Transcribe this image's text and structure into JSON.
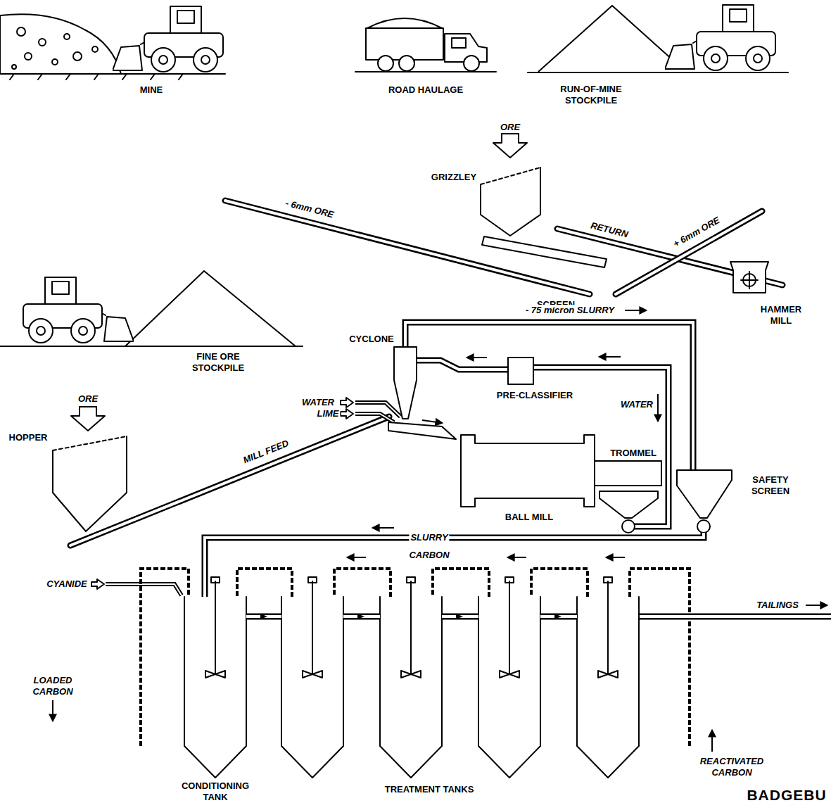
{
  "diagram": {
    "labels": [
      "MINE",
      "ROAD HAULAGE",
      "RUN-OF-MINE STOCKPILE",
      "ORE",
      "GRIZZLEY",
      "- 6mm ORE",
      "RETURN",
      "+ 6mm ORE",
      "SCREEN",
      "HAMMER MILL",
      "FINE ORE STOCKPILE",
      "ORE",
      "HOPPER",
      "MILL FEED",
      "CYCLONE",
      "WATER",
      "LIME",
      "- 75 micron SLURRY",
      "PRE-CLASSIFIER",
      "WATER",
      "TROMMEL",
      "BALL MILL",
      "SAFETY SCREEN",
      "SLURRY",
      "CYANIDE",
      "CARBON",
      "TAILINGS",
      "LOADED CARBON",
      "REACTIVATED CARBON",
      "CONDITIONING TANK",
      "TREATMENT TANKS",
      "BADGEBU"
    ]
  }
}
